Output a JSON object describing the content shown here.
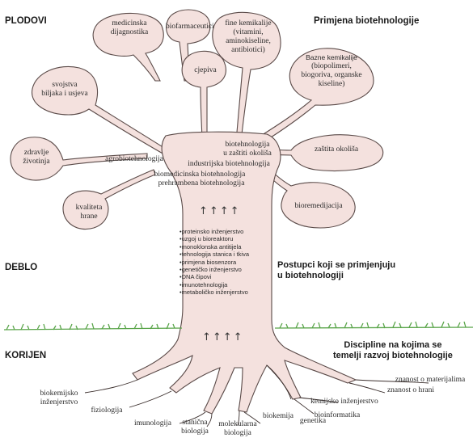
{
  "headers": {
    "fruits": "PLODOVI",
    "fruits_caption": "Primjena biotehnologije",
    "trunk": "DEBLO",
    "trunk_caption_1": "Postupci koji se primjenjuju",
    "trunk_caption_2": "u biotehnologiji",
    "roots": "KORIJEN",
    "roots_caption_1": "Discipline na kojima se",
    "roots_caption_2": "temelji razvoj biotehnologije"
  },
  "fruits": [
    {
      "lines": [
        "medicinska",
        "dijagnostika"
      ]
    },
    {
      "lines": [
        "biofarmaceutici"
      ]
    },
    {
      "lines": [
        "fine kemikalije",
        "(vitamini,",
        "aminokiseline,",
        "antibiotici)"
      ]
    },
    {
      "lines": [
        "cjepiva"
      ]
    },
    {
      "lines": [
        "Bazne kemikalije",
        "(biopolimeri,",
        "biogoriva, organske",
        "kiseline)"
      ]
    },
    {
      "lines": [
        "svojstva",
        "biljaka i usjeva"
      ]
    },
    {
      "lines": [
        "zdravlje",
        "životinja"
      ]
    },
    {
      "lines": [
        "zaštita okoliša"
      ]
    },
    {
      "lines": [
        "kvaliteta",
        "hrane"
      ]
    },
    {
      "lines": [
        "bioremedijacija"
      ]
    }
  ],
  "branch_labels": {
    "agro": "agrobiotehnologija",
    "environment_1": "biotehnologija",
    "environment_2": "u zaštiti okoliša",
    "industrial": "industrijska biotehnologija",
    "biomedical": "biomedicinska biotehnologija",
    "food": "prehrambena biotehnologija"
  },
  "trunk_arrows": "↑↑↑↑",
  "trunk_items": [
    "proteinsko inženjerstvo",
    "uzgoj u bioreaktoru",
    "monoklonska antitijela",
    "tehnologija stanica i tkiva",
    "primjena biosenzora",
    "genetičko inženjerstvo",
    "DNA čipovi",
    "imunotehnologija",
    "metaboličko inženjerstvo"
  ],
  "root_arrows": "↑↑↑↑",
  "roots": [
    {
      "lines": [
        "biokemijsko",
        "inženjerstvo"
      ]
    },
    {
      "lines": [
        "fiziologija"
      ]
    },
    {
      "lines": [
        "imunologija"
      ]
    },
    {
      "lines": [
        "stanična",
        "biologija"
      ]
    },
    {
      "lines": [
        "molekularna",
        "biologija"
      ]
    },
    {
      "lines": [
        "biokemija"
      ]
    },
    {
      "lines": [
        "genetika"
      ]
    },
    {
      "lines": [
        "bioinformatika"
      ]
    },
    {
      "lines": [
        "kemijsko inženjerstvo"
      ]
    },
    {
      "lines": [
        "znanost o hrani"
      ]
    },
    {
      "lines": [
        "znanost o materijalima"
      ]
    }
  ],
  "colors": {
    "tree_fill": "#f4e1de",
    "tree_stroke": "#5a4a48",
    "grass": "#5aa54a",
    "roots": "#3a2e2c"
  }
}
